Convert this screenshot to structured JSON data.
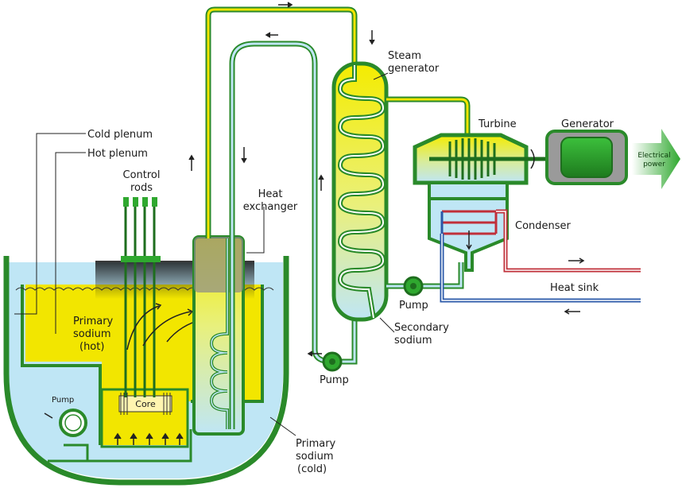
{
  "labels": {
    "cold_plenum": "Cold plenum",
    "hot_plenum": "Hot plenum",
    "control_rods_1": "Control",
    "control_rods_2": "rods",
    "heat_exchanger_1": "Heat",
    "heat_exchanger_2": "exchanger",
    "steam_generator_1": "Steam",
    "steam_generator_2": "generator",
    "turbine": "Turbine",
    "generator": "Generator",
    "electrical_power_1": "Electrical",
    "electrical_power_2": "power",
    "condenser": "Condenser",
    "heat_sink": "Heat sink",
    "pump_secondary": "Pump",
    "pump_intermediate": "Pump",
    "pump_primary": "Pump",
    "secondary_sodium_1": "Secondary",
    "secondary_sodium_2": "sodium",
    "primary_hot_1": "Primary",
    "primary_hot_2": "sodium",
    "primary_hot_3": "(hot)",
    "primary_cold_1": "Primary",
    "primary_cold_2": "sodium",
    "primary_cold_3": "(cold)",
    "core": "Core"
  },
  "colors": {
    "outline_green": "#2a8a2a",
    "dark_green": "#1e6e1e",
    "hot_sodium": "#f2e600",
    "cold_sodium": "#bfe6f5",
    "heat_sink_red": "#c0303a",
    "heat_sink_blue": "#2a58a8",
    "generator_green": "#2fa82f"
  }
}
